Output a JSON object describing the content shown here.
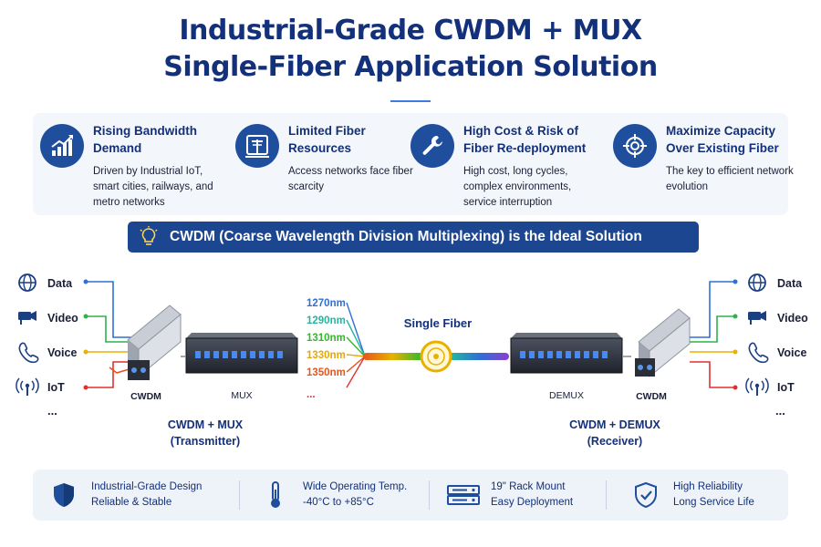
{
  "title": {
    "line1": "Industrial-Grade CWDM + MUX",
    "line2": "Single-Fiber Application Solution"
  },
  "challenges": [
    {
      "icon": "bar-chart-rising-icon",
      "title": "Rising Bandwidth Demand",
      "desc": "Driven by Industrial IoT, smart cities, railways, and metro networks"
    },
    {
      "icon": "fiber-pole-icon",
      "title": "Limited Fiber Resources",
      "desc": "Access networks face fiber scarcity"
    },
    {
      "icon": "wrench-icon",
      "title": "High Cost & Risk of Fiber Re-deployment",
      "desc": "High cost, long cycles, complex environments, service interruption"
    },
    {
      "icon": "crosshair-target-icon",
      "title": "Maximize Capacity Over Existing Fiber",
      "desc": "The key to efficient network evolution"
    }
  ],
  "banner": {
    "icon": "lightbulb-icon",
    "text": "CWDM (Coarse Wavelength Division Multiplexing) is the Ideal Solution"
  },
  "diagram": {
    "inputs": [
      {
        "icon": "globe-icon",
        "label": "Data",
        "color": "#2f6fd6"
      },
      {
        "icon": "camera-icon",
        "label": "Video",
        "color": "#2fb24a"
      },
      {
        "icon": "phone-icon",
        "label": "Voice",
        "color": "#e8b100"
      },
      {
        "icon": "antenna-icon",
        "label": "IoT",
        "color": "#e03131"
      }
    ],
    "ellipsis": "...",
    "wavelengths": [
      {
        "label": "1270nm",
        "color": "#2f6fd6"
      },
      {
        "label": "1290nm",
        "color": "#22b8a0"
      },
      {
        "label": "1310nm",
        "color": "#35b82c"
      },
      {
        "label": "1330nm",
        "color": "#e8a800"
      },
      {
        "label": "1350nm",
        "color": "#e8541a"
      }
    ],
    "wavelength_more": "...",
    "fiber_label": "Single Fiber",
    "left_module_label": "CWDM",
    "mux_label": "MUX",
    "demux_label": "DEMUX",
    "right_module_label": "CWDM",
    "transmitter": {
      "line1": "CWDM + MUX",
      "line2": "(Transmitter)"
    },
    "receiver": {
      "line1": "CWDM + DEMUX",
      "line2": "(Receiver)"
    }
  },
  "features": [
    {
      "icon": "shield-icon",
      "line1": "Industrial-Grade Design",
      "line2": "Reliable & Stable"
    },
    {
      "icon": "thermometer-icon",
      "line1": "Wide Operating Temp.",
      "line2": "-40°C to +85°C"
    },
    {
      "icon": "rack-mount-icon",
      "line1": "19\" Rack Mount",
      "line2": "Easy Deployment"
    },
    {
      "icon": "shield-check-icon",
      "line1": "High Reliability",
      "line2": "Long Service Life"
    }
  ],
  "colors": {
    "brand": "#13307a",
    "banner": "#1c4690",
    "accent": "#3d7be0"
  }
}
